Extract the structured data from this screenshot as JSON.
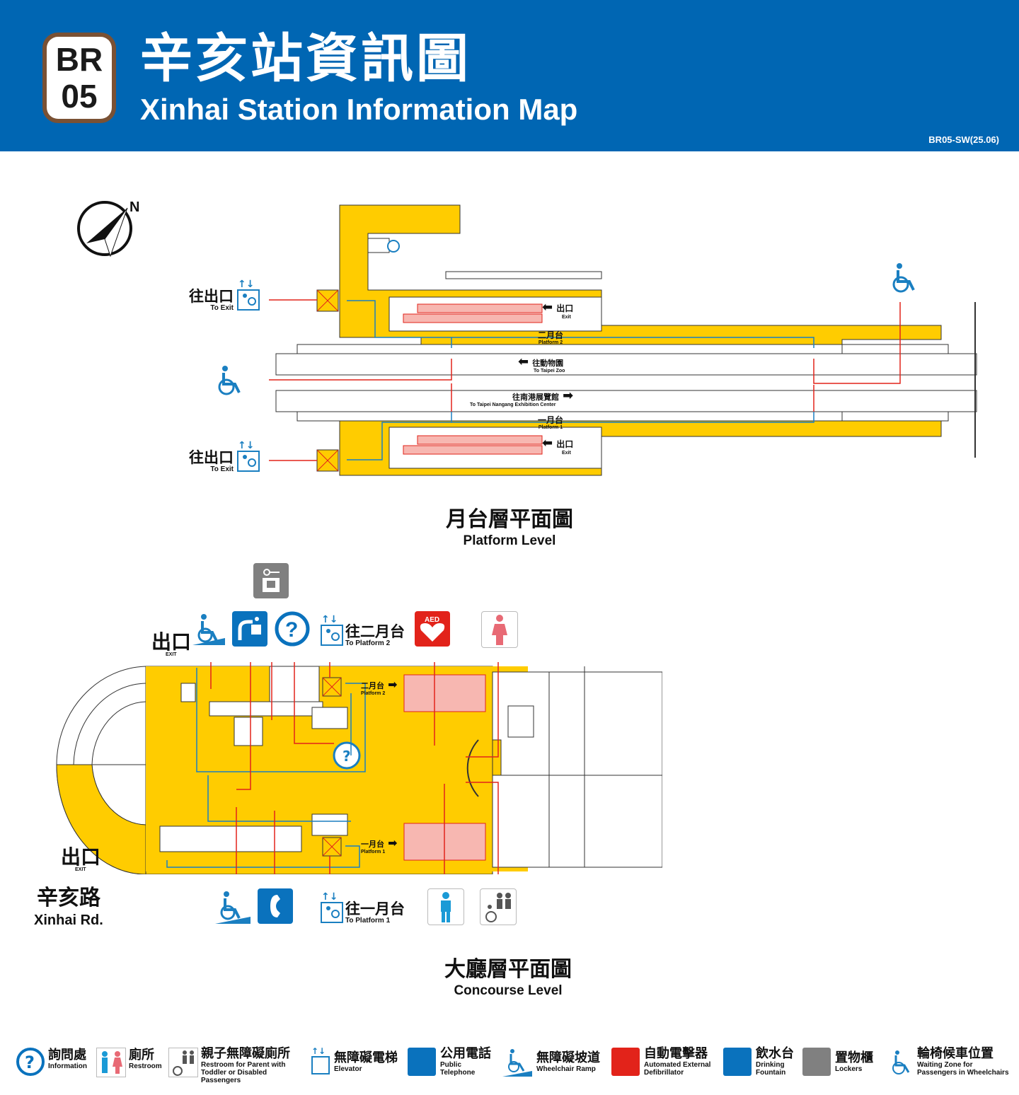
{
  "header": {
    "line_code_top": "BR",
    "line_code_bottom": "05",
    "title_zh": "辛亥站資訊圖",
    "title_en": "Xinhai Station Information Map",
    "doc_code": "BR05-SW(25.06)"
  },
  "compass": {
    "north": "N"
  },
  "platform_level": {
    "title_zh": "月台層平面圖",
    "title_en": "Platform Level",
    "to_exit_zh": "往出口",
    "to_exit_en": "To Exit",
    "exit_zh": "出口",
    "exit_en": "Exit",
    "platform2_zh": "二月台",
    "platform2_en": "Platform 2",
    "platform1_zh": "一月台",
    "platform1_en": "Platform 1",
    "dir_zoo_zh": "往動物園",
    "dir_zoo_en": "To Taipei Zoo",
    "dir_nangang_zh": "往南港展覽館",
    "dir_nangang_en": "To Taipei Nangang Exhibition Center"
  },
  "concourse_level": {
    "title_zh": "大廳層平面圖",
    "title_en": "Concourse Level",
    "exit_zh": "出口",
    "exit_en": "EXIT",
    "to_platform2_zh": "往二月台",
    "to_platform2_en": "To Platform 2",
    "to_platform1_zh": "往一月台",
    "to_platform1_en": "To Platform 1",
    "platform2_zh": "二月台",
    "platform2_en": "Platform 2",
    "platform1_zh": "一月台",
    "platform1_en": "Platform 1",
    "road_zh": "辛亥路",
    "road_en": "Xinhai Rd.",
    "aed": "AED"
  },
  "legend": [
    {
      "zh": "詢問處",
      "en": "Information",
      "icon": "information-icon"
    },
    {
      "zh": "廁所",
      "en": "Restroom",
      "icon": "restroom-icon"
    },
    {
      "zh": "親子無障礙廁所",
      "en": "Restroom for Parent with Toddler or Disabled Passengers",
      "icon": "family-restroom-icon"
    },
    {
      "zh": "無障礙電梯",
      "en": "Elevator",
      "icon": "elevator-icon"
    },
    {
      "zh": "公用電話",
      "en": "Public Telephone",
      "icon": "telephone-icon"
    },
    {
      "zh": "無障礙坡道",
      "en": "Wheelchair Ramp",
      "icon": "ramp-icon"
    },
    {
      "zh": "自動電擊器",
      "en": "Automated External Defibrillator",
      "icon": "aed-icon"
    },
    {
      "zh": "飲水台",
      "en": "Drinking Fountain",
      "icon": "fountain-icon"
    },
    {
      "zh": "置物櫃",
      "en": "Lockers",
      "icon": "locker-icon"
    },
    {
      "zh": "輪椅候車位置",
      "en": "Waiting Zone for Passengers in Wheelchairs",
      "icon": "wheelchair-wait-icon"
    }
  ],
  "colors": {
    "brand_blue": "#0066b3",
    "line_brown": "#7a5134",
    "paid_area_yellow": "#ffcc00",
    "path_red": "#e2231a",
    "path_blue": "#1a7fc1",
    "aed_red": "#e2231a"
  }
}
